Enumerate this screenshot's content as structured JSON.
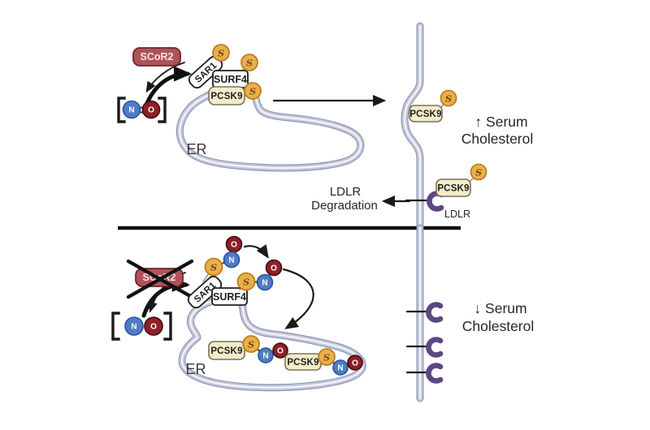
{
  "proteins": {
    "scor2": "SCoR2",
    "sar1": "SAR1",
    "surf4": "SURF4",
    "pcsk9": "PCSK9",
    "ldlr": "LDLR"
  },
  "molecules": {
    "s": "S",
    "n": "N",
    "o": "O"
  },
  "labels": {
    "er": "ER",
    "ldlr_degradation_line1": "LDLR",
    "ldlr_degradation_line2": "Degradation",
    "serum_up": "↑ Serum",
    "serum_down": "↓ Serum",
    "cholesterol": "Cholesterol"
  },
  "colors": {
    "scor2_fill": "#b1525a",
    "scor2_border": "#6e262c",
    "pcsk9_fill": "#f2ecca",
    "pcsk9_border": "#77745a",
    "s_fill": "#e9b04a",
    "s_border": "#bc7d23",
    "n_fill": "#4f7dc1",
    "n_border": "#28549c",
    "o_fill": "#8e2027",
    "o_border": "#3d0b10",
    "membrane_fill": "#c3c7db",
    "membrane_edge": "#9095b0",
    "ldlr_purple": "#5d4782",
    "arrow_black": "#1a1a1a",
    "background": "#ffffff"
  }
}
